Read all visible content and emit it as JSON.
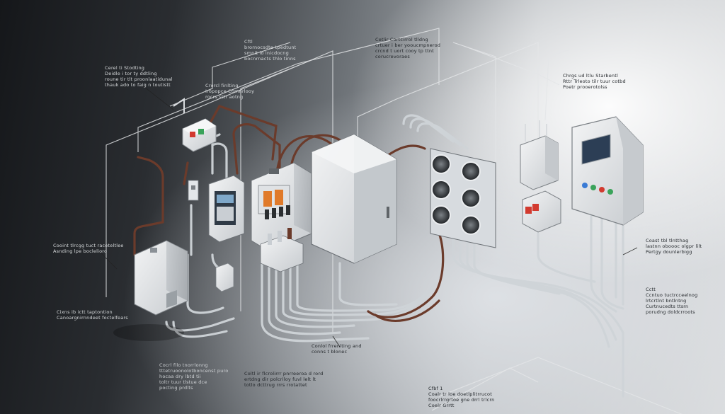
{
  "annotations": [
    {
      "id": "a1",
      "text": "Cerel ti Stodting\nDeidle i tor ty ddtling\nroune tir tlt proonlaatidunal\nthauk ado to faig n toutistt",
      "tone": "light"
    },
    {
      "id": "a2",
      "text": "Cftl\nbrornocsdte-tpedtunt\nsmnit lo lnicdocng\nbocnrnacts thlo tinns",
      "tone": "light"
    },
    {
      "id": "a3",
      "text": "Crorcl finlting\nIropopce Comnrlooy\nrocrs sttr aotng",
      "tone": "light"
    },
    {
      "id": "a4",
      "text": "Cetlir Cortcirrol tlldng\ncrtuer i ber yooucmpnerod\ncrcnd t uort cooy tp ttnt\ncorucrevoraes",
      "tone": "dark"
    },
    {
      "id": "a5",
      "text": "Chrgs ud ltlu Starbentl\nRttr Trleoto tilr tuur cotbd\nPoetr prooerotolss",
      "tone": "dark"
    },
    {
      "id": "a6",
      "text": "Cooint tlrcgg tuct raceteltlee\nAsnding lpe boclelioro",
      "tone": "light"
    },
    {
      "id": "a7",
      "text": "Cixns ib ictt taptontion\nCanoargnirnndeet foctelfears",
      "tone": "light"
    },
    {
      "id": "a8",
      "text": "Cocrl fllo tnorrlonng\ntttetruoonolotboncenst puro\nhocaa dry lbtd tii\ntoltr tuur tlstue dce\npocting prdlts",
      "tone": "mid"
    },
    {
      "id": "a9",
      "text": "Coltl ir flcrolirrr pnrreeroa  d rord\nertdng dir polcriloy fuvl lelt lt\ntotlo dcttrug rrrs rrotattet",
      "tone": "dark"
    },
    {
      "id": "a10",
      "text": "Conlol frrenlting and\nconns t blonec",
      "tone": "dark"
    },
    {
      "id": "a11",
      "text": "Cfbf 1\nCoalr tr loe doetlplitrrucot\nfoocrlrrgrtoe gne drrl trlcrn\nCoelr Grrtt",
      "tone": "dark"
    },
    {
      "id": "a12",
      "text": "Coast tbl tlntthag\nlastnn oboooc olgpr lilt\nPertgy dounlerbigg",
      "tone": "dark"
    },
    {
      "id": "a13",
      "text": "Cctt\nCcntuo tuctrcceelnog\nlrtcrtlnt bntlntng\nCurtnucedts ttsrn\nporudng doldcrroots",
      "tone": "dark"
    }
  ],
  "colors": {
    "panel": "#e6e8ea",
    "panel_shade": "#bfc3c7",
    "conduit_gray": "#c9ced3",
    "conduit_copper": "#6a3a2a",
    "breaker_orange": "#e07a2a",
    "button_red": "#d23a2f",
    "button_blue": "#3a7bd5",
    "button_green": "#3aa35a",
    "screen": "#2c3e55"
  },
  "icons": [
    "fan-icon",
    "breaker-icon",
    "display-screen-icon",
    "indicator-light-icon"
  ]
}
